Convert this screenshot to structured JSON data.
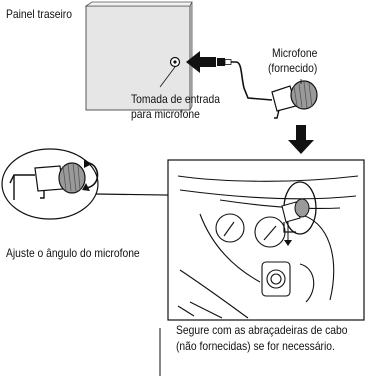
{
  "labels": {
    "rear_panel": "Painel traseiro",
    "mic_jack_line1": "Tomada de entrada",
    "mic_jack_line2": "para microfone",
    "microphone_line1": "Microfone",
    "microphone_line2": "(fornecido)",
    "adjust_angle": "Ajuste o ângulo do microfone",
    "clamp_line1": "Segure com as abraçadeiras de cabo",
    "clamp_line2": "(não fornecidas) se for necessário."
  },
  "icons": {
    "step_arrow": "arrow-down-icon",
    "insert_arrow": "arrow-left-icon",
    "rotate_arrow": "rotate-arrow-icon"
  },
  "colors": {
    "panel_fill": "#e6e6e6",
    "line": "#111111",
    "arrow": "#111111"
  }
}
